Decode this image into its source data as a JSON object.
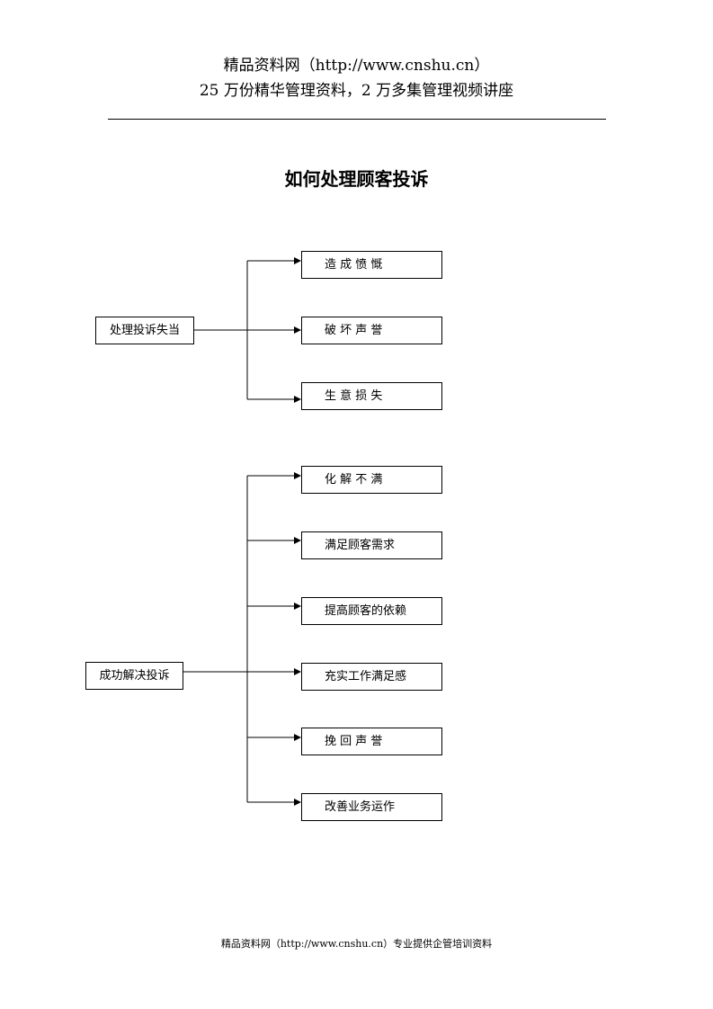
{
  "header": {
    "line1": "精品资料网（http://www.cnshu.cn）",
    "line2": "25 万份精华管理资料，2 万多集管理视频讲座"
  },
  "title": "如何处理顾客投诉",
  "groups": [
    {
      "cause": "处理投诉失当",
      "results": [
        "造 成 愤 慨",
        "破 坏 声 誉",
        "生 意 损 失"
      ]
    },
    {
      "cause": "成功解决投诉",
      "results": [
        "化 解 不 满",
        "满足顾客需求",
        "提高顾客的依赖",
        "充实工作满足感",
        "挽 回 声 誉",
        "改善业务运作"
      ]
    }
  ],
  "footer": "精品资料网（http://www.cnshu.cn）专业提供企管培训资料"
}
